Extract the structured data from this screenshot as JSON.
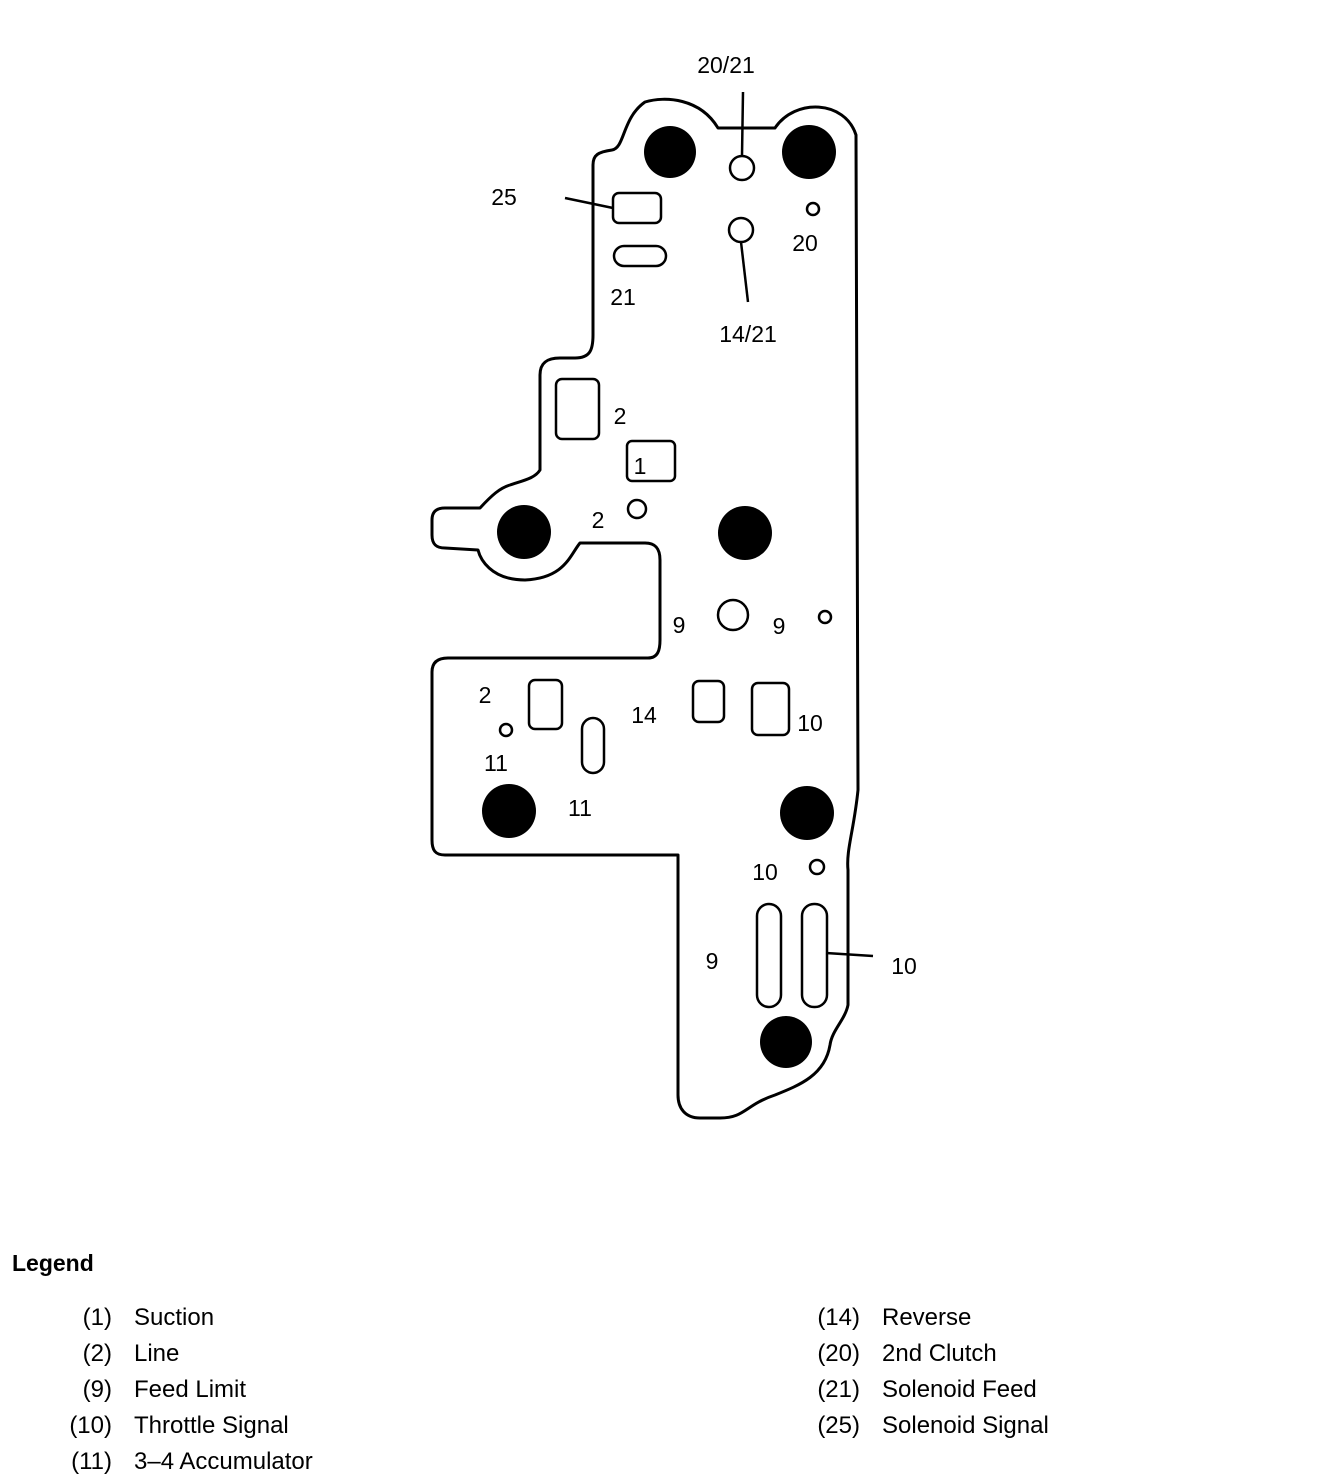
{
  "callouts": {
    "c20_21": "20/21",
    "c25": "25",
    "c20": "20",
    "c21": "21",
    "c14_21": "14/21",
    "c2_upper": "2",
    "c1": "1",
    "c2_mid": "2",
    "c9_left": "9",
    "c9_right": "9",
    "c2_lower": "2",
    "c14": "14",
    "c10_mid": "10",
    "c11_upper": "11",
    "c11_lower": "11",
    "c10_lower": "10",
    "c9_bottom": "9",
    "c10_right": "10"
  },
  "legend": {
    "title": "Legend",
    "left": [
      {
        "num": "(1)",
        "label": "Suction"
      },
      {
        "num": "(2)",
        "label": "Line"
      },
      {
        "num": "(9)",
        "label": "Feed Limit"
      },
      {
        "num": "(10)",
        "label": "Throttle Signal"
      },
      {
        "num": "(11)",
        "label": "3–4 Accumulator"
      }
    ],
    "right": [
      {
        "num": "(14)",
        "label": "Reverse"
      },
      {
        "num": "(20)",
        "label": "2nd Clutch"
      },
      {
        "num": "(21)",
        "label": "Solenoid Feed"
      },
      {
        "num": "(25)",
        "label": "Solenoid Signal"
      }
    ]
  }
}
